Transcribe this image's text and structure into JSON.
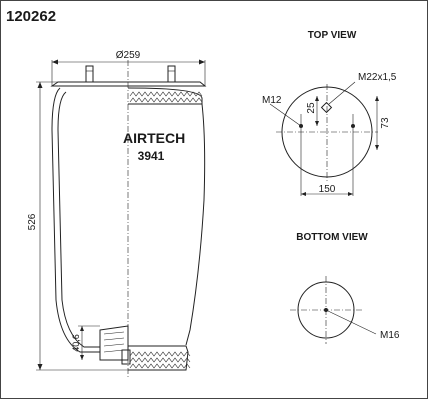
{
  "drawing": {
    "part_number": "120262",
    "brand": "AIRTECH",
    "brand_model": "3941",
    "top_view_title": "TOP VIEW",
    "bottom_view_title": "BOTTOM VIEW"
  },
  "dimensions": {
    "diameter": "Ø259",
    "height": "526",
    "piston_height": "40,6",
    "stud_spacing": "150",
    "offset_small": "25",
    "offset_large": "73"
  },
  "callouts": {
    "stud_thread": "M12",
    "air_fitting": "M22x1,5",
    "bottom_thread": "M16"
  }
}
